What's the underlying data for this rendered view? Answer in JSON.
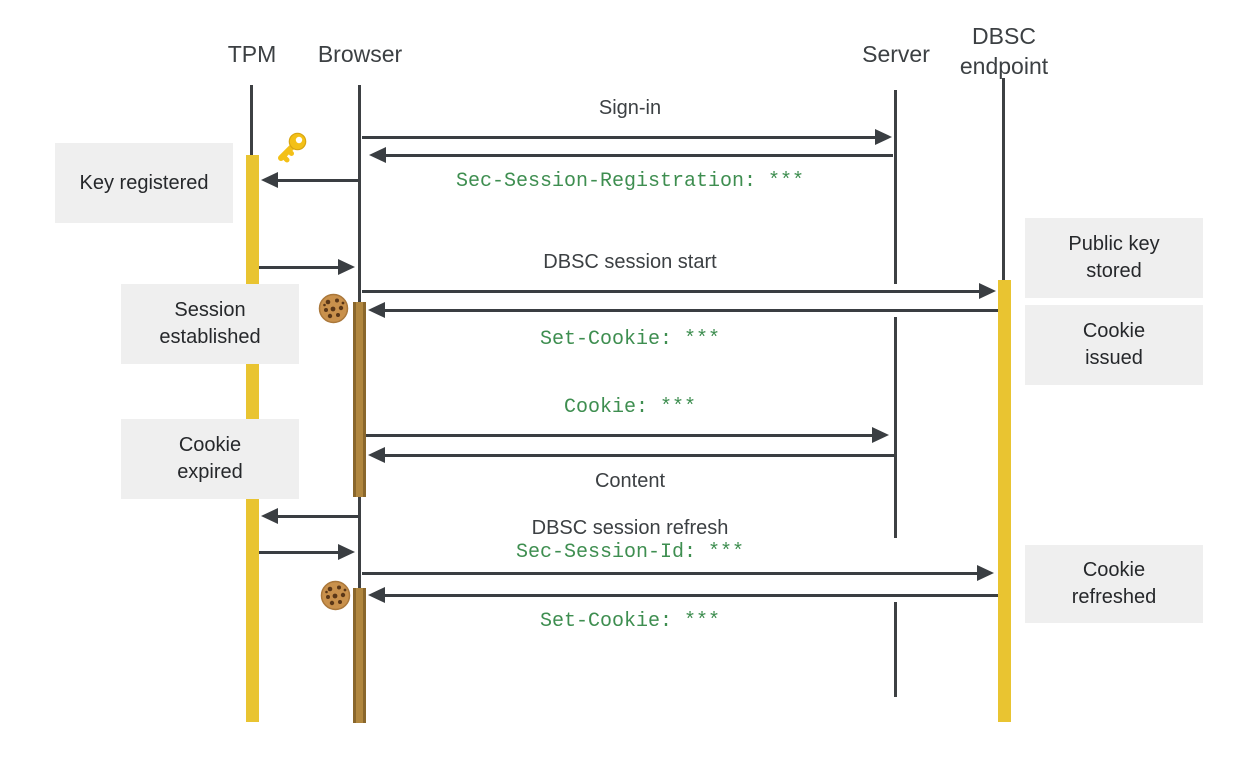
{
  "diagram": {
    "actors": {
      "tpm": "TPM",
      "browser": "Browser",
      "server": "Server",
      "dbsc_line1": "DBSC",
      "dbsc_line2": "endpoint"
    },
    "messages": {
      "sign_in": "Sign-in",
      "sec_session_registration": "Sec-Session-Registration: ***",
      "dbsc_session_start": "DBSC session start",
      "set_cookie_issued": "Set-Cookie: ***",
      "cookie": "Cookie: ***",
      "content": "Content",
      "dbsc_session_refresh": "DBSC session refresh",
      "sec_session_id": "Sec-Session-Id: ***",
      "set_cookie_refreshed": "Set-Cookie: ***"
    },
    "notes_left": {
      "key_registered": "Key registered",
      "session_established_line1": "Session",
      "session_established_line2": "established",
      "cookie_expired_line1": "Cookie",
      "cookie_expired_line2": "expired"
    },
    "notes_right": {
      "public_key_line1": "Public key",
      "public_key_line2": "stored",
      "cookie_issued_line1": "Cookie",
      "cookie_issued_line2": "issued",
      "cookie_refreshed_line1": "Cookie",
      "cookie_refreshed_line2": "refreshed"
    },
    "icons": {
      "key": "key-icon",
      "cookie_session_established": "cookie-icon",
      "cookie_refreshed": "cookie-icon"
    },
    "colors": {
      "lifeline_and_arrows": "#3a3e42",
      "tpm_activation": "#e9c431",
      "dbsc_activation": "#e9c431",
      "browser_activation": "#b1873f",
      "browser_activation_edge": "#8a672c",
      "note_background": "#efefef",
      "label_text": "#3c4043",
      "code_text": "#3e8e50"
    }
  }
}
